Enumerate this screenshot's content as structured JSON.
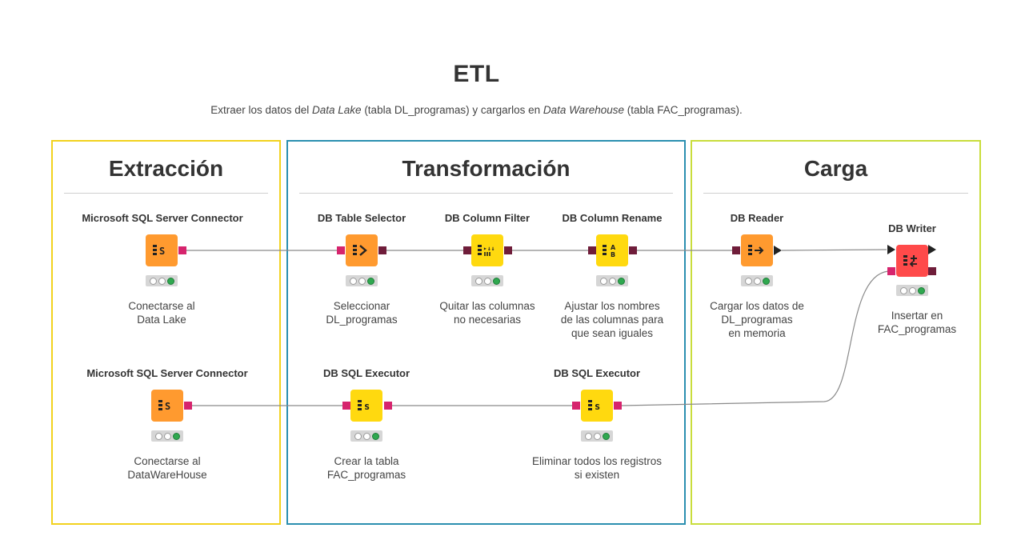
{
  "header": {
    "title": "ETL",
    "subtitle_parts": {
      "p1": "Extraer los datos del ",
      "e1": "Data Lake",
      "p2": " (tabla DL_programas) y cargarlos en ",
      "e2": "Data Warehouse",
      "p3": " (tabla FAC_programas)."
    }
  },
  "sections": {
    "extraccion": {
      "title": "Extracción",
      "border_color": "#f2d21e"
    },
    "transformacion": {
      "title": "Transformación",
      "border_color": "#2b8fb0"
    },
    "carga": {
      "title": "Carga",
      "border_color": "#c9dd3c"
    }
  },
  "colors": {
    "source_node": "#ff9a2f",
    "manipulator_node": "#ffd90f",
    "sink_node": "#ff4a4a",
    "db_port": "#6f1d3a",
    "connection_port": "#d6246d",
    "wire": "#8a8a8a"
  },
  "nodes": {
    "mssql1": {
      "title": "Microsoft SQL Server Connector",
      "desc1": "Conectarse al",
      "desc2": "Data Lake",
      "icon": "database-connector-icon"
    },
    "mssql2": {
      "title": "Microsoft SQL Server Connector",
      "desc1": "Conectarse al",
      "desc2": "DataWareHouse",
      "icon": "database-connector-icon"
    },
    "table_selector": {
      "title": "DB Table Selector",
      "desc1": "Seleccionar",
      "desc2": "DL_programas",
      "icon": "table-select-icon"
    },
    "column_filter": {
      "title": "DB Column Filter",
      "desc1": "Quitar las columnas",
      "desc2": "no necesarias",
      "icon": "column-filter-icon"
    },
    "column_rename": {
      "title": "DB Column Rename",
      "desc1": "Ajustar los nombres",
      "desc2": "de las columnas para",
      "desc3": "que sean iguales",
      "icon": "column-rename-icon"
    },
    "sql_exec1": {
      "title": "DB SQL Executor",
      "desc1": "Crear la tabla",
      "desc2": "FAC_programas",
      "icon": "sql-executor-icon"
    },
    "sql_exec2": {
      "title": "DB SQL Executor",
      "desc1": "Eliminar todos los registros",
      "desc2": "si existen",
      "icon": "sql-executor-icon"
    },
    "reader": {
      "title": "DB Reader",
      "desc1": "Cargar los datos de",
      "desc2": "DL_programas",
      "desc3": "en memoria",
      "icon": "db-reader-icon"
    },
    "writer": {
      "title": "DB Writer",
      "desc1": "Insertar en",
      "desc2": "FAC_programas",
      "icon": "db-writer-icon"
    }
  }
}
